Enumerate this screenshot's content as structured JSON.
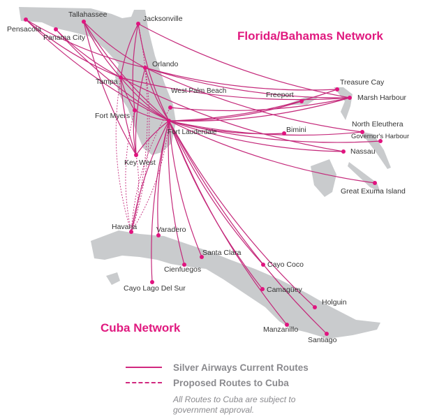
{
  "titles": {
    "florida_bahamas": "Florida/Bahamas Network",
    "cuba": "Cuba Network"
  },
  "legend": {
    "current": "Silver Airways Current Routes",
    "proposed": "Proposed Routes to Cuba",
    "note": "All Routes to Cuba are subject to government approval."
  },
  "colors": {
    "route": "#c4287a",
    "dot": "#e0147f",
    "land": "#c9cbcd",
    "title": "#e0197f"
  },
  "cities": {
    "pensacola": "Pensacola",
    "panama_city": "Panama City",
    "tallahassee": "Tallahassee",
    "jacksonville": "Jacksonville",
    "orlando": "Orlando",
    "tampa": "Tampa",
    "west_palm_beach": "West Palm Beach",
    "fort_myers": "Fort Myers",
    "fort_lauderdale": "Fort Lauderdale",
    "key_west": "Key West",
    "treasure_cay": "Treasure Cay",
    "marsh_harbour": "Marsh Harbour",
    "freeport": "Freeport",
    "north_eleuthera": "North Eleuthera",
    "governors_harbour": "Governor's Harbour",
    "bimini": "Bimini",
    "nassau": "Nassau",
    "great_exuma": "Great Exuma Island",
    "havana": "Havana",
    "varadero": "Varadero",
    "santa_clara": "Santa Clara",
    "cienfuegos": "Cienfuegos",
    "cayo_lago": "Cayo Lago Del Sur",
    "cayo_coco": "Cayo Coco",
    "camaguey": "Camagüey",
    "holguin": "Holguin",
    "manzanillo": "Manzanillo",
    "santiago": "Santiago"
  },
  "routes": [
    [
      "pensacola",
      "tampa"
    ],
    [
      "pensacola",
      "orlando"
    ],
    [
      "pensacola",
      "fort_lauderdale"
    ],
    [
      "panama_city",
      "tampa"
    ],
    [
      "panama_city",
      "fort_lauderdale"
    ],
    [
      "tallahassee",
      "tampa"
    ],
    [
      "tallahassee",
      "fort_lauderdale"
    ],
    [
      "tallahassee",
      "key_west"
    ],
    [
      "tallahassee",
      "orlando"
    ],
    [
      "jacksonville",
      "tampa"
    ],
    [
      "jacksonville",
      "fort_lauderdale"
    ],
    [
      "jacksonville",
      "marsh_harbour"
    ],
    [
      "jacksonville",
      "fort_myers"
    ],
    [
      "orlando",
      "key_west"
    ],
    [
      "orlando",
      "marsh_harbour"
    ],
    [
      "orlando",
      "treasure_cay"
    ],
    [
      "orlando",
      "north_eleuthera"
    ],
    [
      "orlando",
      "fort_lauderdale"
    ],
    [
      "tampa",
      "key_west"
    ],
    [
      "tampa",
      "marsh_harbour"
    ],
    [
      "tampa",
      "fort_lauderdale"
    ],
    [
      "tampa",
      "nassau"
    ],
    [
      "tampa",
      "fort_myers"
    ],
    [
      "west_palm_beach",
      "marsh_harbour"
    ],
    [
      "fort_myers",
      "key_west"
    ],
    [
      "fort_myers",
      "fort_lauderdale"
    ],
    [
      "fort_lauderdale",
      "key_west"
    ],
    [
      "fort_lauderdale",
      "treasure_cay"
    ],
    [
      "fort_lauderdale",
      "marsh_harbour"
    ],
    [
      "fort_lauderdale",
      "freeport"
    ],
    [
      "fort_lauderdale",
      "north_eleuthera"
    ],
    [
      "fort_lauderdale",
      "governors_harbour"
    ],
    [
      "fort_lauderdale",
      "bimini"
    ],
    [
      "fort_lauderdale",
      "nassau"
    ],
    [
      "fort_lauderdale",
      "great_exuma"
    ],
    [
      "fort_lauderdale",
      "havana"
    ],
    [
      "fort_lauderdale",
      "varadero"
    ],
    [
      "fort_lauderdale",
      "santa_clara"
    ],
    [
      "fort_lauderdale",
      "cienfuegos"
    ],
    [
      "fort_lauderdale",
      "cayo_lago"
    ],
    [
      "fort_lauderdale",
      "cayo_coco"
    ],
    [
      "fort_lauderdale",
      "camaguey"
    ],
    [
      "fort_lauderdale",
      "holguin"
    ],
    [
      "fort_lauderdale",
      "manzanillo"
    ],
    [
      "fort_lauderdale",
      "santiago"
    ]
  ],
  "proposed_routes": [
    [
      "jacksonville",
      "havana"
    ],
    [
      "tampa",
      "havana"
    ],
    [
      "orlando",
      "havana"
    ],
    [
      "fort_myers",
      "havana"
    ],
    [
      "key_west",
      "havana"
    ],
    [
      "west_palm_beach",
      "havana"
    ],
    [
      "fort_lauderdale",
      "havana"
    ]
  ]
}
